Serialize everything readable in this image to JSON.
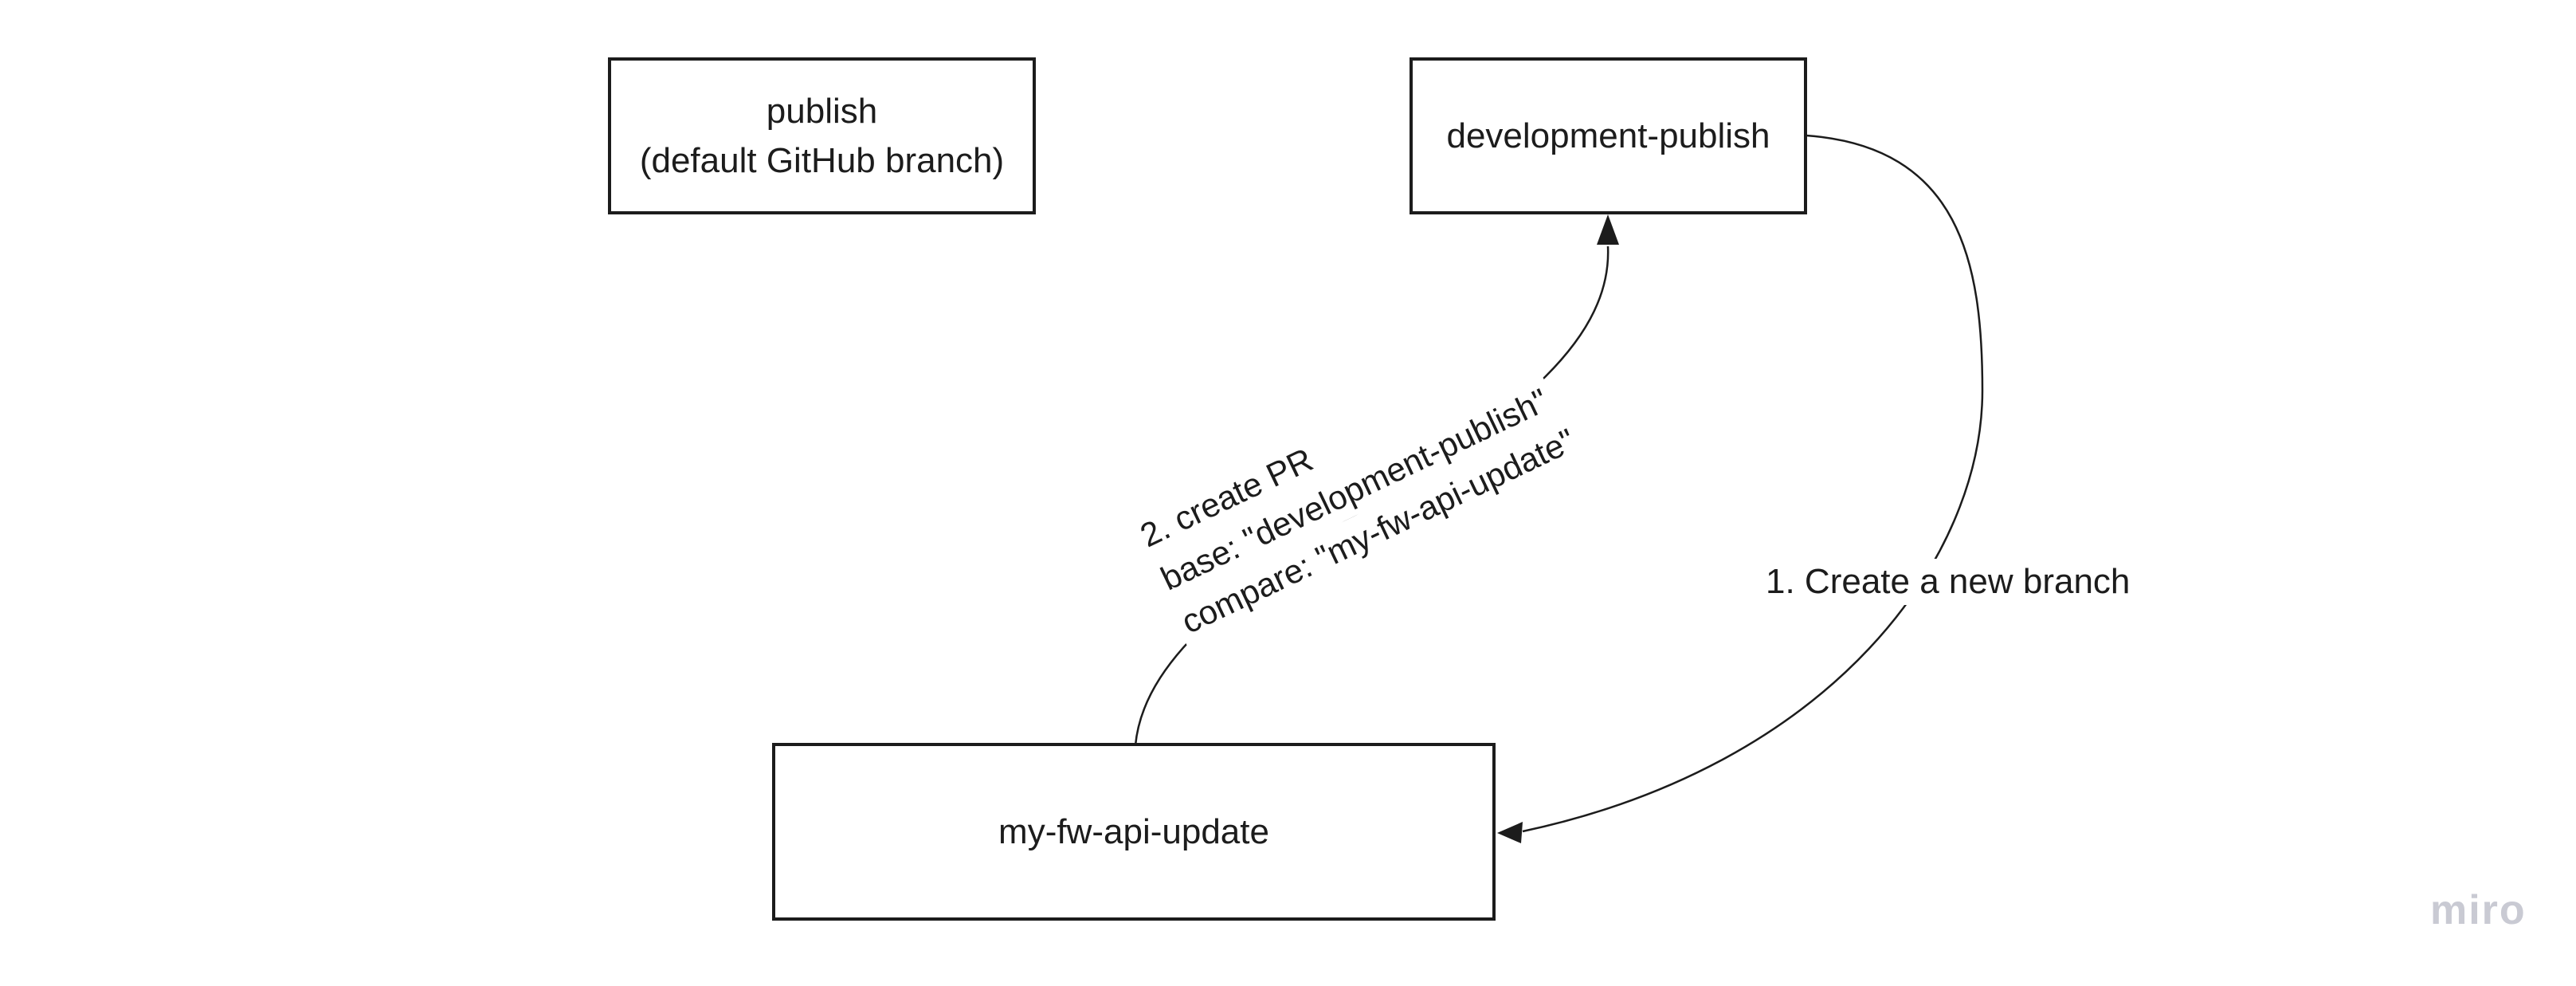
{
  "nodes": {
    "publish": {
      "lines": [
        "publish",
        "(default GitHub branch)"
      ]
    },
    "development_publish": {
      "label": "development-publish"
    },
    "my_fw_api_update": {
      "label": "my-fw-api-update"
    }
  },
  "connectors": {
    "create_branch": {
      "label": "1. Create a new branch"
    },
    "create_pr": {
      "lines": [
        "2. create PR",
        "base: \"development-publish\"",
        "compare: \"my-fw-api-update\""
      ]
    }
  },
  "watermark": {
    "label": "miro"
  },
  "colors": {
    "stroke": "#1c1c1c",
    "text": "#1c1c1c",
    "node_background": "#ffffff",
    "canvas_background": "#ffffff",
    "watermark": "#c9cad3"
  }
}
